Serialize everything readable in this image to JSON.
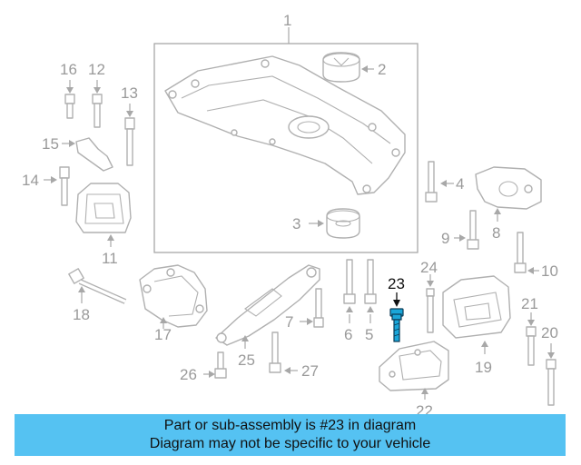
{
  "callouts": {
    "c1": "1",
    "c2": "2",
    "c3": "3",
    "c4": "4",
    "c5": "5",
    "c6": "6",
    "c7": "7",
    "c8": "8",
    "c9": "9",
    "c10": "10",
    "c11": "11",
    "c12": "12",
    "c13": "13",
    "c14": "14",
    "c15": "15",
    "c16": "16",
    "c17": "17",
    "c18": "18",
    "c19": "19",
    "c20": "20",
    "c21": "21",
    "c22": "22",
    "c23": "23",
    "c24": "24",
    "c25": "25",
    "c26": "26",
    "c27": "27"
  },
  "highlight": {
    "part_number": "23",
    "color": "#1aa6d9"
  },
  "banner": {
    "line1": "Part or sub-assembly is #23 in diagram",
    "line2": "Diagram may not be specific to your vehicle",
    "background": "#55c2f2"
  }
}
